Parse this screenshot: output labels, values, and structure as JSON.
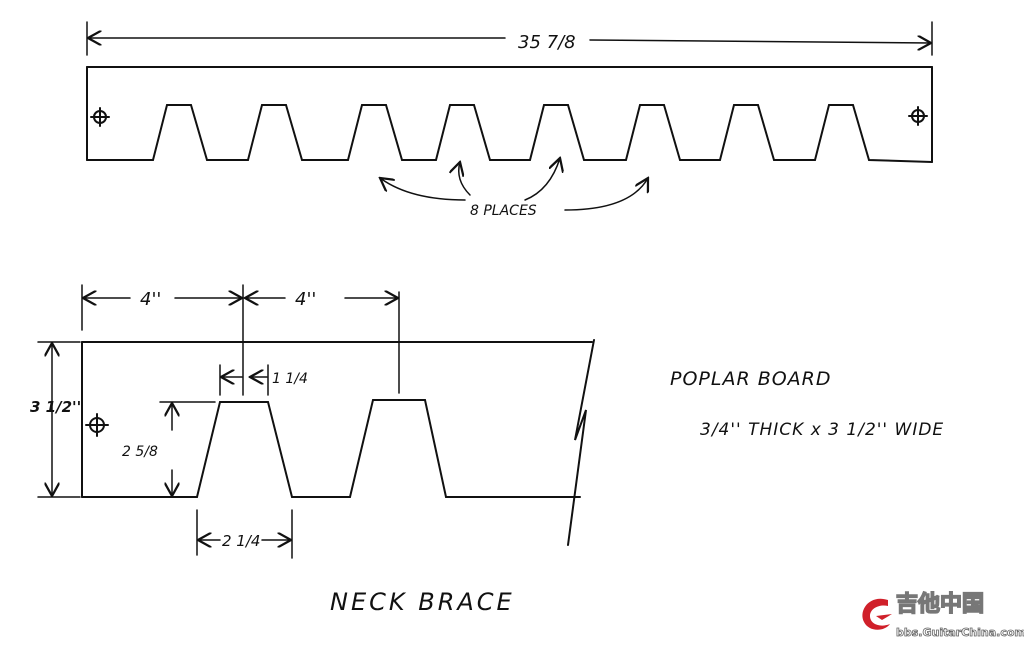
{
  "top_view": {
    "overall_length": "35 7/8",
    "notch_callout": "8 PLACES",
    "notch_count": 8
  },
  "detail_view": {
    "spacing_1": "4''",
    "spacing_2": "4''",
    "notch_top_width": "1 1/4",
    "board_width": "3 1/2''",
    "notch_depth": "2 5/8",
    "notch_base_width": "2 1/4",
    "title": "NECK BRACE"
  },
  "notes": {
    "material": "POPLAR BOARD",
    "dimensions": "3/4'' THICK x 3 1/2'' WIDE"
  },
  "watermark": {
    "name": "吉他中国",
    "url": "bbs.GuitarChina.com",
    "color": "#d0202a"
  }
}
